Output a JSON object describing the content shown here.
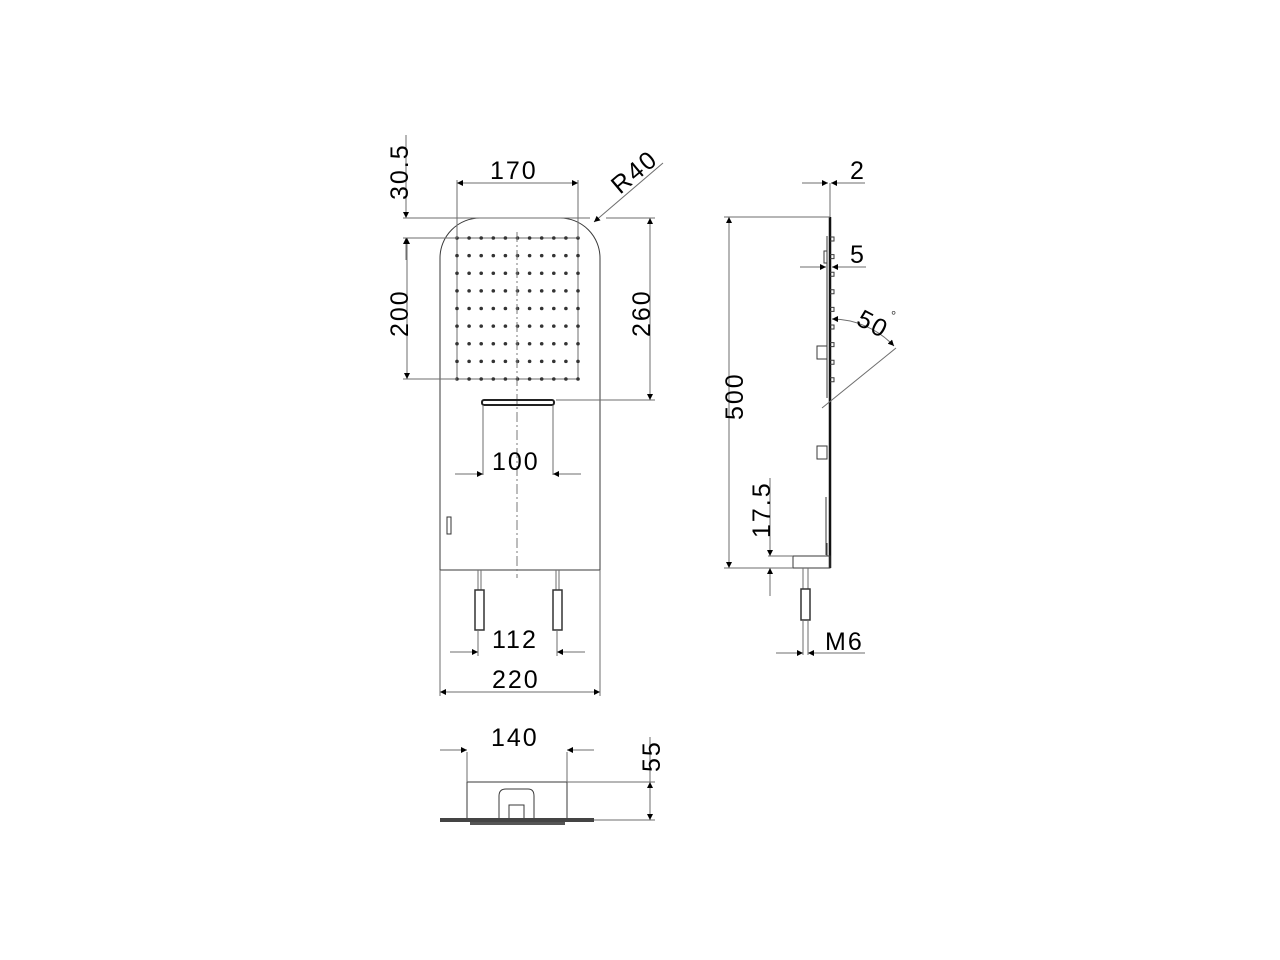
{
  "drawing": {
    "title": "Shower panel technical drawing",
    "views": [
      "front-view",
      "side-view",
      "top-view"
    ]
  },
  "front_view": {
    "dimensions": {
      "top_offset": "30.5",
      "head_width": "170",
      "corner_radius": "R40",
      "nozzle_area_height": "200",
      "head_height": "260",
      "handle_width": "100",
      "pin_spacing": "112",
      "panel_width": "220"
    },
    "nozzle_grid": {
      "columns": 11,
      "rows": 9
    }
  },
  "side_view": {
    "dimensions": {
      "plate_thickness": "2",
      "nozzle_depth": "5",
      "tilt_angle": "50",
      "angle_unit": "°",
      "total_height": "500",
      "bracket_height": "17.5",
      "thread": "M6"
    }
  },
  "top_view": {
    "dimensions": {
      "box_width": "140",
      "depth": "55"
    }
  },
  "colors": {
    "line": "#3a3a3a",
    "dim_line": "#6e6e6e",
    "background": "#ffffff"
  }
}
